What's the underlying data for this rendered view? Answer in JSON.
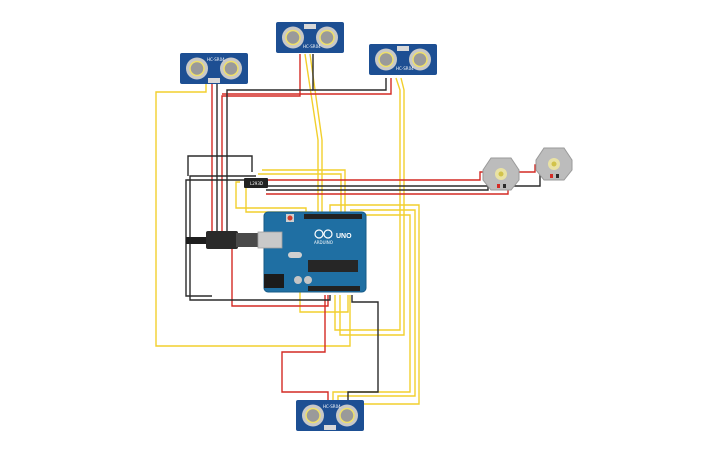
{
  "circuit": {
    "sensors": [
      {
        "id": "sensor-top-left",
        "label": "HC-SR04"
      },
      {
        "id": "sensor-top-center",
        "label": "HC-SR04"
      },
      {
        "id": "sensor-top-right",
        "label": "HC-SR04"
      },
      {
        "id": "sensor-bottom",
        "label": "HC-SR04"
      }
    ],
    "board": {
      "brand_text": "ARDUINO",
      "model_text": "UNO"
    },
    "motor_driver": {
      "label": "L293D"
    },
    "motors": [
      {
        "id": "motor-1"
      },
      {
        "id": "motor-2"
      }
    ],
    "wire_colors": {
      "signal": "#f2cf2d",
      "power": "#d42a24",
      "ground": "#2b2b2b"
    },
    "board_color": "#1f6fa3",
    "sensor_color": "#1d4f93"
  }
}
